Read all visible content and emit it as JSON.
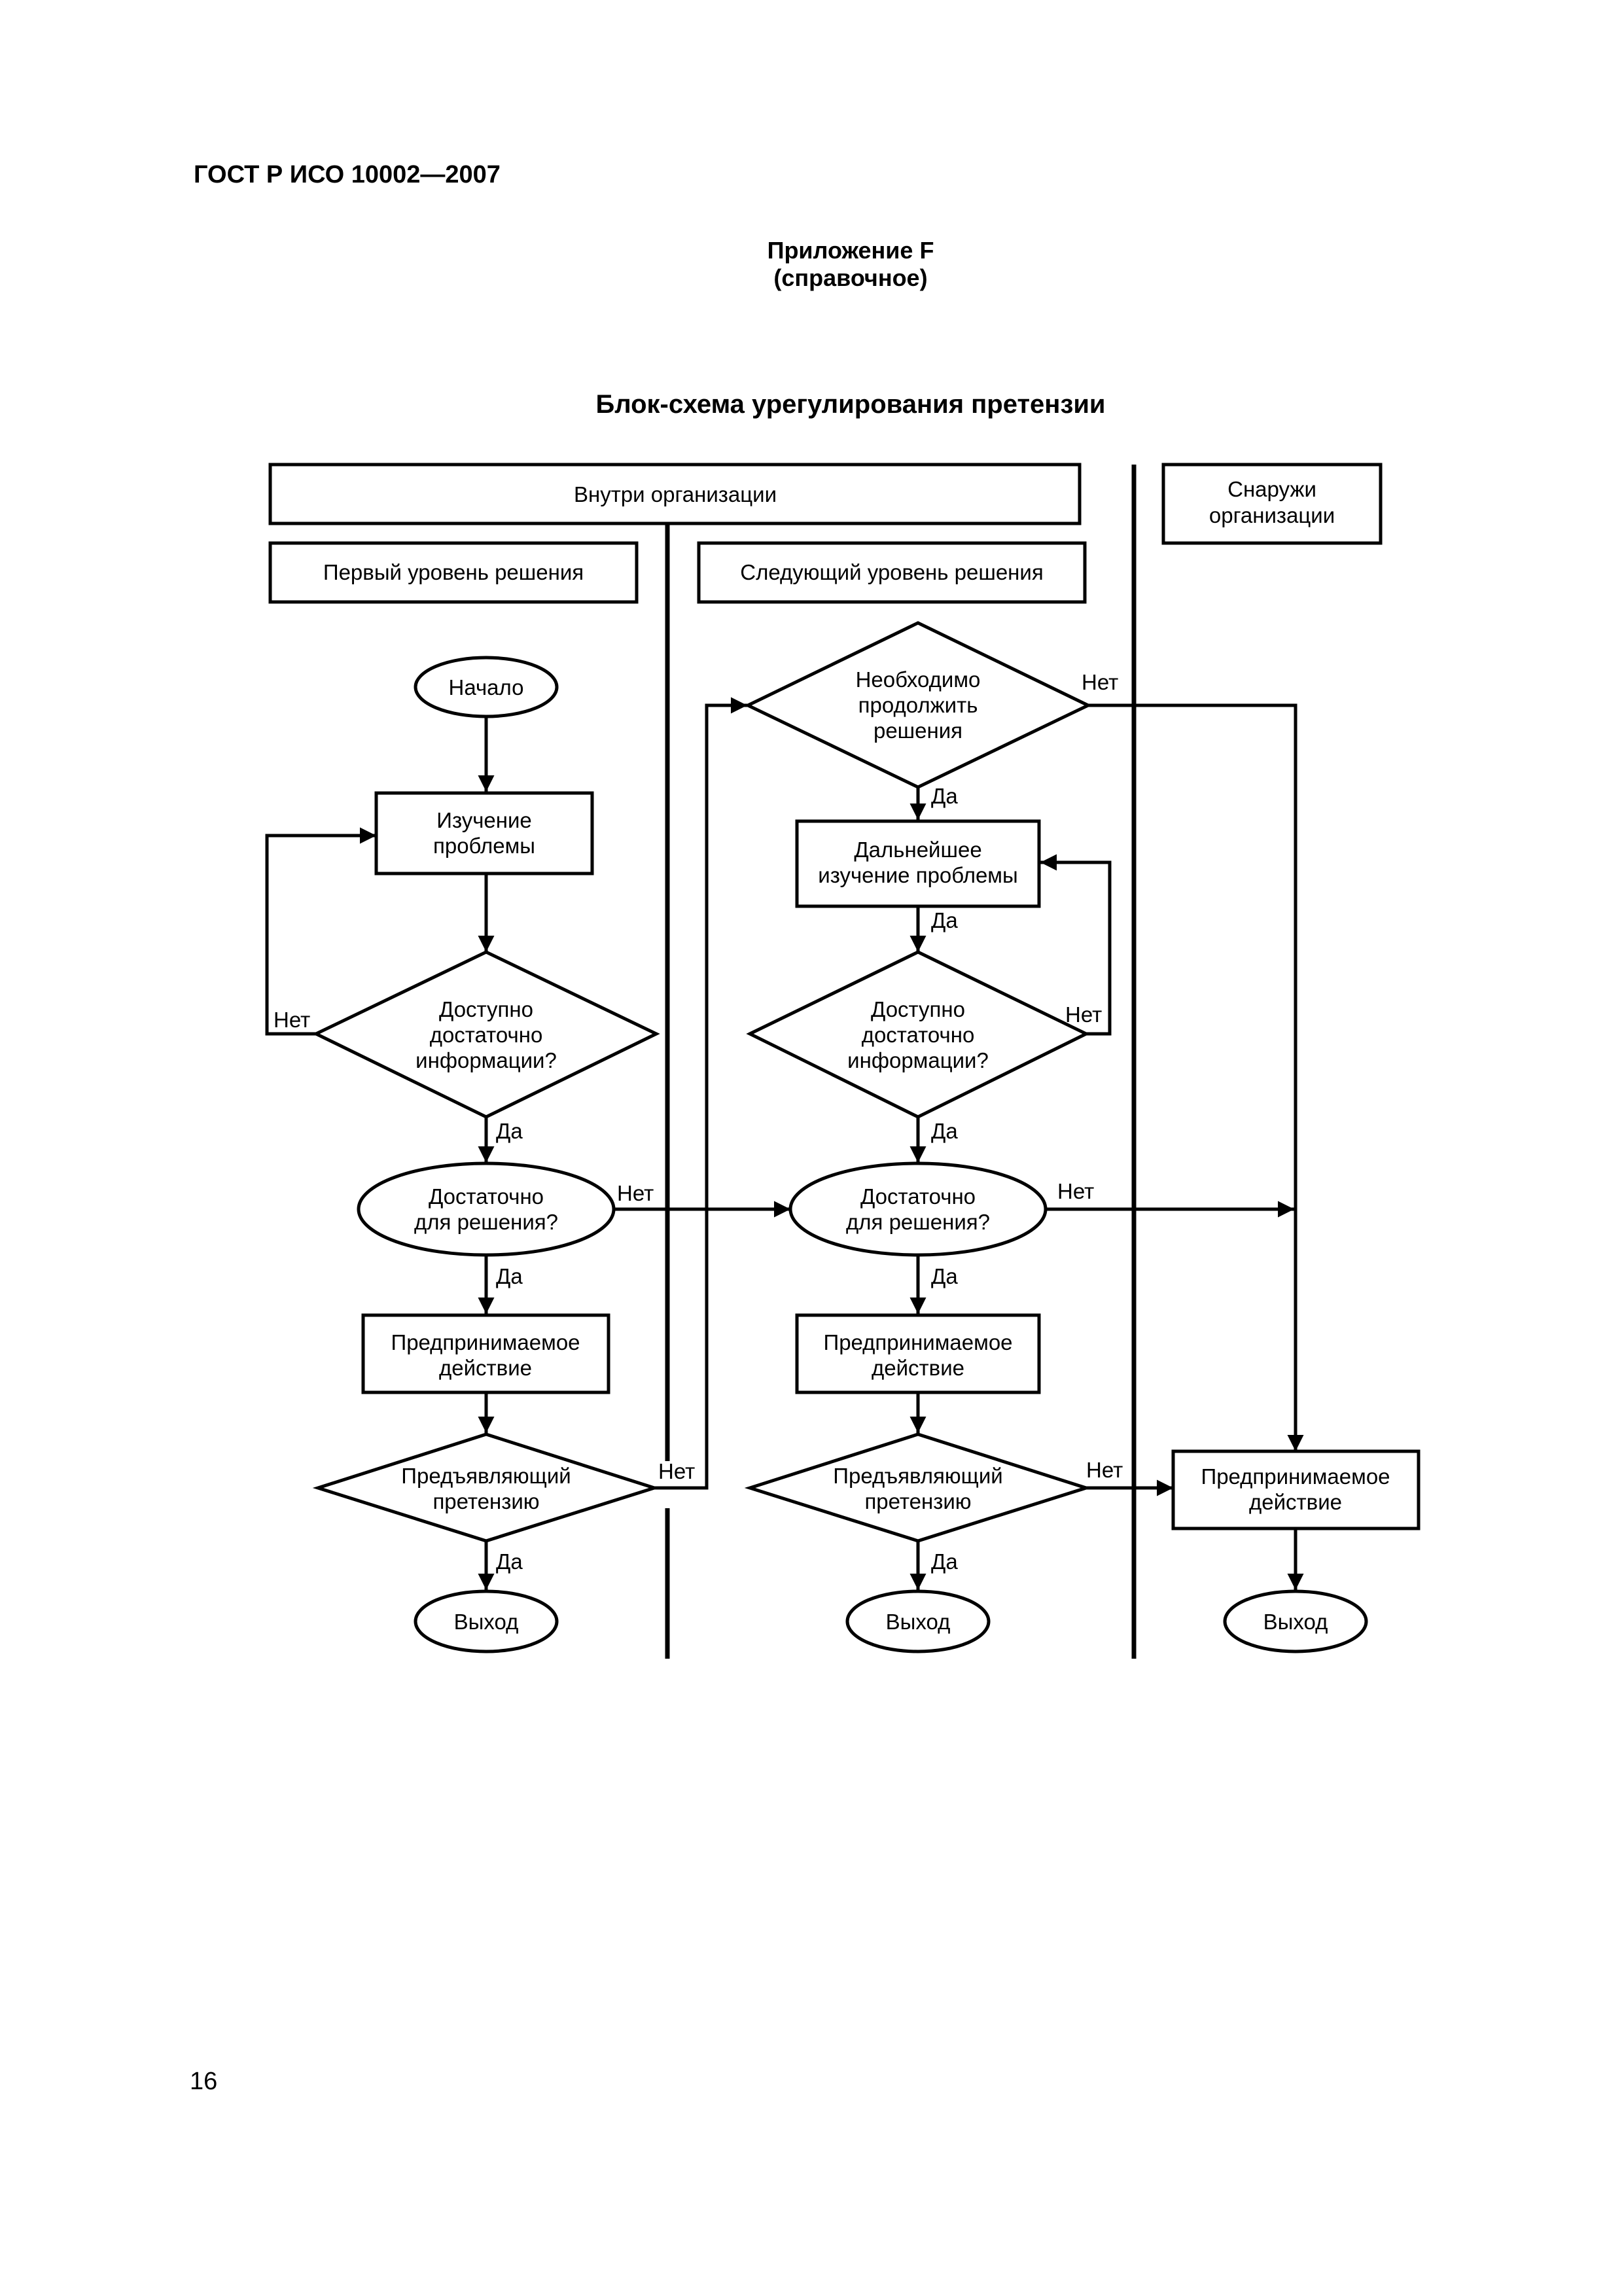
{
  "header": {
    "standard": "ГОСТ Р ИСО 10002—2007"
  },
  "annex": {
    "title": "Приложение F",
    "subtitle": "(справочное)"
  },
  "diagram": {
    "title": "Блок-схема урегулирования претензии",
    "lanes": {
      "inside": "Внутри организации",
      "outside": [
        "Снаружи",
        "организации"
      ],
      "first_level": "Первый уровень решения",
      "next_level": "Следующий уровень решения"
    },
    "nodes": {
      "start": [
        "Начало"
      ],
      "study": [
        "Изучение",
        "проблемы"
      ],
      "info1": [
        "Доступно",
        "достаточно",
        "информации?"
      ],
      "enough1": [
        "Достаточно",
        "для решения?"
      ],
      "action1": [
        "Предпринимаемое",
        "действие"
      ],
      "claimant1": [
        "Предъявляющий",
        "претензию"
      ],
      "exit1": [
        "Выход"
      ],
      "continue": [
        "Необходимо",
        "продолжить",
        "решения"
      ],
      "further": [
        "Дальнейшее",
        "изучение проблемы"
      ],
      "info2": [
        "Доступно",
        "достаточно",
        "информации?"
      ],
      "enough2": [
        "Достаточно",
        "для решения?"
      ],
      "action2": [
        "Предпринимаемое",
        "действие"
      ],
      "claimant2": [
        "Предъявляющий",
        "претензию"
      ],
      "exit2": [
        "Выход"
      ],
      "action3": [
        "Предпринимаемое",
        "действие"
      ],
      "exit3": [
        "Выход"
      ]
    },
    "labels": {
      "yes": "Да",
      "no": "Нет"
    }
  },
  "page_number": "16"
}
